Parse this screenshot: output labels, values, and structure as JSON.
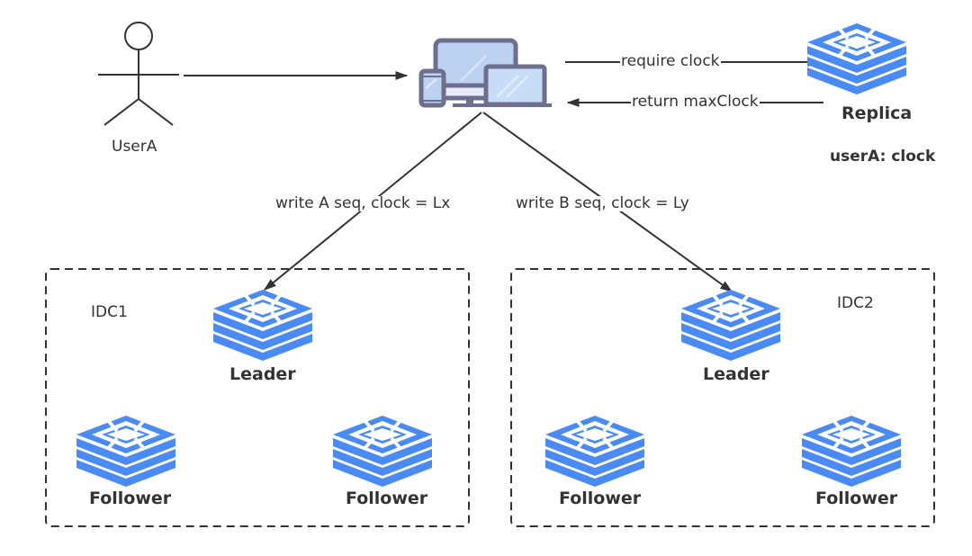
{
  "diagram": {
    "actor": {
      "label": "UserA"
    },
    "client": {
      "icon": "devices-icon"
    },
    "replica": {
      "label": "Replica",
      "note": "userA: clock",
      "icon": "database-stack-icon"
    },
    "edges": [
      {
        "from": "UserA",
        "to": "client",
        "label": ""
      },
      {
        "from": "client",
        "to": "Replica",
        "label": "require clock"
      },
      {
        "from": "Replica",
        "to": "client",
        "label": "return maxClock"
      },
      {
        "from": "client",
        "to": "IDC1.Leader",
        "label": "write A seq, clock = Lx"
      },
      {
        "from": "client",
        "to": "IDC2.Leader",
        "label": "write B seq, clock = Ly"
      }
    ],
    "groups": [
      {
        "name": "IDC1",
        "nodes": [
          {
            "role": "Leader",
            "label": "Leader"
          },
          {
            "role": "Follower",
            "label": "Follower"
          },
          {
            "role": "Follower",
            "label": "Follower"
          }
        ]
      },
      {
        "name": "IDC2",
        "nodes": [
          {
            "role": "Leader",
            "label": "Leader"
          },
          {
            "role": "Follower",
            "label": "Follower"
          },
          {
            "role": "Follower",
            "label": "Follower"
          }
        ]
      }
    ],
    "colors": {
      "node_blue": "#4a8af4",
      "line": "#333333",
      "device_outline": "#6e6e8f",
      "device_fill": "#bcd2f0"
    }
  }
}
